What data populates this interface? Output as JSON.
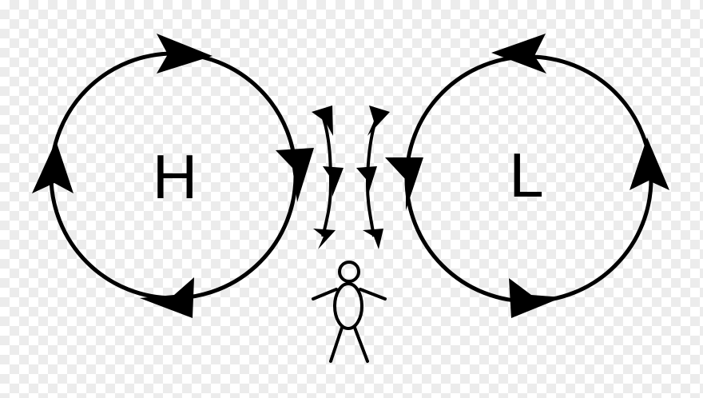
{
  "diagram": {
    "high_pressure": {
      "label": "H",
      "rotation": "clockwise"
    },
    "low_pressure": {
      "label": "L",
      "rotation": "counterclockwise"
    },
    "between_winds": {
      "direction": "down"
    },
    "colors": {
      "ink": "#000000",
      "background": "#ffffff",
      "checker": "#ececec"
    }
  }
}
